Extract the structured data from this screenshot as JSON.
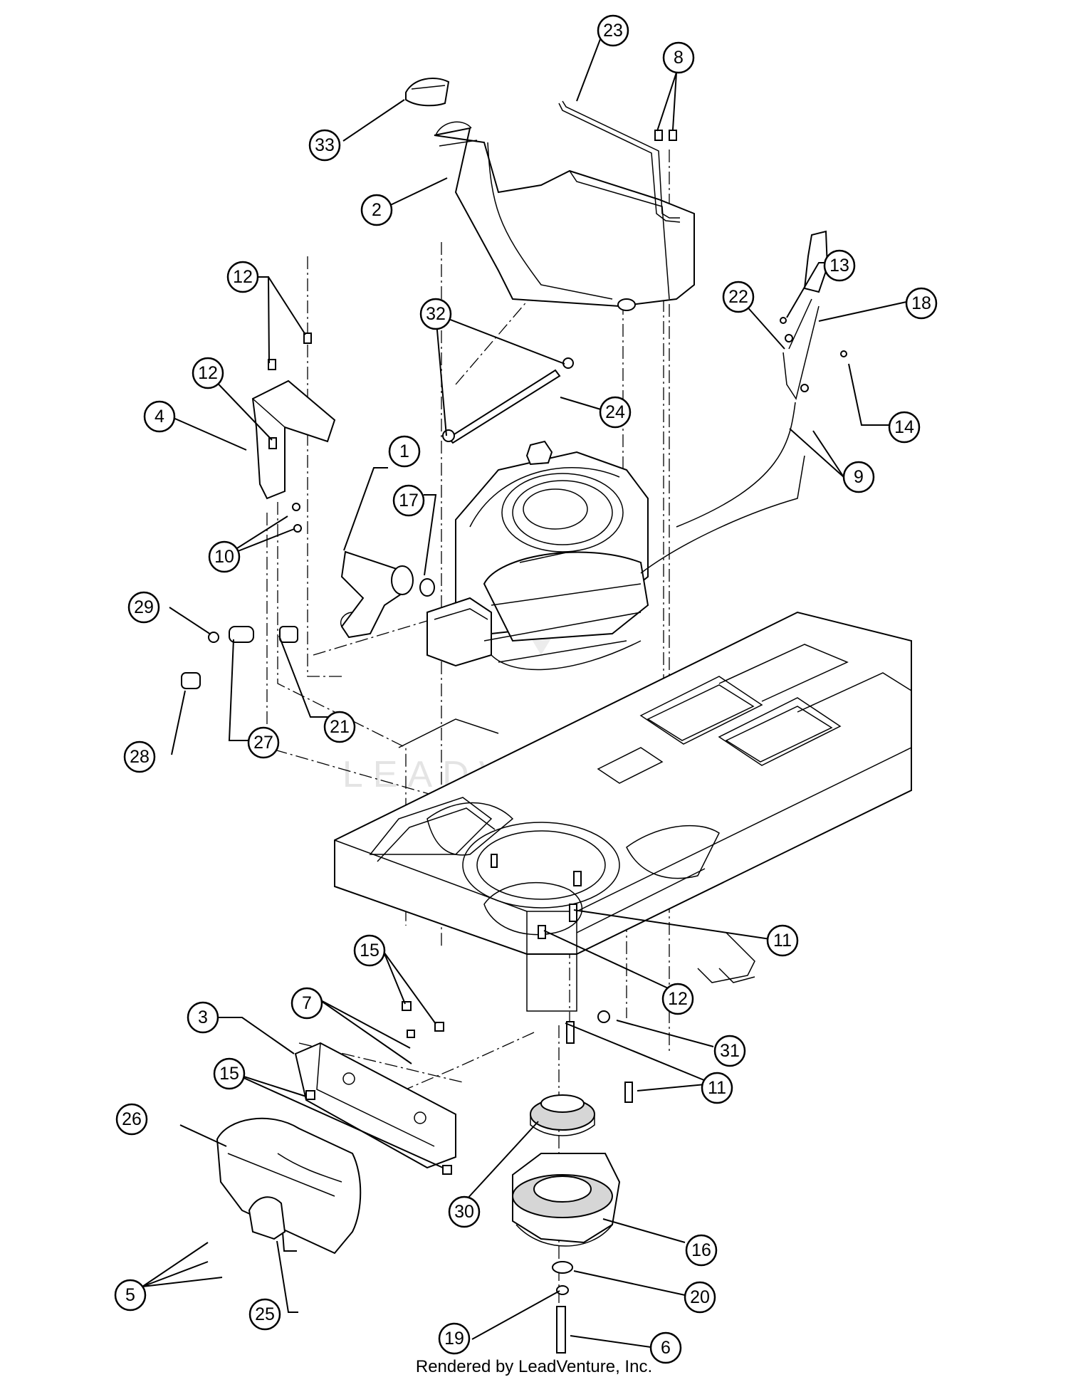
{
  "watermark": "LEADVENTURE",
  "footer": "Rendered by LeadVenture, Inc.",
  "callouts": [
    {
      "label": "1"
    },
    {
      "label": "2"
    },
    {
      "label": "3"
    },
    {
      "label": "4"
    },
    {
      "label": "5"
    },
    {
      "label": "6"
    },
    {
      "label": "7"
    },
    {
      "label": "8"
    },
    {
      "label": "9"
    },
    {
      "label": "10"
    },
    {
      "label": "11"
    },
    {
      "label": "11"
    },
    {
      "label": "12"
    },
    {
      "label": "12"
    },
    {
      "label": "12"
    },
    {
      "label": "13"
    },
    {
      "label": "14"
    },
    {
      "label": "15"
    },
    {
      "label": "15"
    },
    {
      "label": "16"
    },
    {
      "label": "17"
    },
    {
      "label": "18"
    },
    {
      "label": "19"
    },
    {
      "label": "20"
    },
    {
      "label": "21"
    },
    {
      "label": "22"
    },
    {
      "label": "23"
    },
    {
      "label": "24"
    },
    {
      "label": "25"
    },
    {
      "label": "26"
    },
    {
      "label": "27"
    },
    {
      "label": "28"
    },
    {
      "label": "29"
    },
    {
      "label": "30"
    },
    {
      "label": "31"
    },
    {
      "label": "32"
    },
    {
      "label": "33"
    }
  ]
}
